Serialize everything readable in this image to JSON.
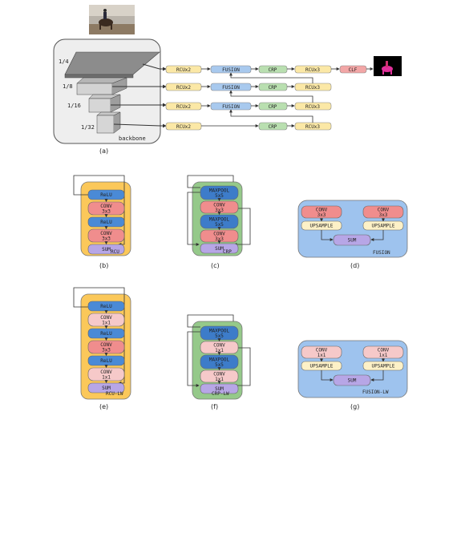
{
  "colors": {
    "yellow": "#fbe8a6",
    "blue": "#a8c9ee",
    "green": "#b9dfb0",
    "red": "#f2a6a6",
    "relu": "#4a8ad6",
    "conv": "#f08d8d",
    "conv_light": "#f6c9c9",
    "sum": "#b7a6e6",
    "maxpool": "#3d7cc9",
    "rcu_panel": "#fbc85a",
    "crp_panel": "#95c98a",
    "fusion_panel": "#9ec3ee"
  },
  "a": {
    "caption": "(a)",
    "scales": [
      "1/4",
      "1/8",
      "1/16",
      "1/32"
    ],
    "backbone": "backbone",
    "rows": [
      [
        "RCUx2",
        "FUSION",
        "CRP",
        "RCUx3",
        "CLF"
      ],
      [
        "RCUx2",
        "FUSION",
        "CRP",
        "RCUx3"
      ],
      [
        "RCUx2",
        "FUSION",
        "CRP",
        "RCUx3"
      ],
      [
        "RCUx2",
        "CRP",
        "RCUx3"
      ]
    ]
  },
  "b": {
    "caption": "(b)",
    "tag": "RCU",
    "blocks": [
      "ReLU",
      "CONV\n3x3",
      "ReLU",
      "CONV\n3x3",
      "SUM"
    ]
  },
  "c": {
    "caption": "(c)",
    "tag": "CRP",
    "blocks": [
      "MAXPOOL\n5x5",
      "CONV\n3x3",
      "MAXPOOL\n5x5",
      "CONV\n3x3",
      "SUM"
    ]
  },
  "d": {
    "caption": "(d)",
    "tag": "FUSION",
    "convs": [
      "CONV\n3x3",
      "CONV\n3x3"
    ],
    "ups": [
      "UPSAMPLE",
      "UPSAMPLE"
    ],
    "sum": "SUM"
  },
  "e": {
    "caption": "(e)",
    "tag": "RCU-LW",
    "blocks": [
      "ReLU",
      "CONV\n1x1",
      "ReLU",
      "CONV\n3x3",
      "ReLU",
      "CONV\n1x1",
      "SUM"
    ]
  },
  "f": {
    "caption": "(f)",
    "tag": "CRP-LW",
    "blocks": [
      "MAXPOOL\n5x5",
      "CONV\n1x1",
      "MAXPOOL\n5x5",
      "CONV\n1x1",
      "SUM"
    ]
  },
  "g": {
    "caption": "(g)",
    "tag": "FUSION-LW",
    "convs": [
      "CONV\n1x1",
      "CONV\n1x1"
    ],
    "ups": [
      "UPSAMPLE",
      "UPSAMPLE"
    ],
    "sum": "SUM"
  }
}
